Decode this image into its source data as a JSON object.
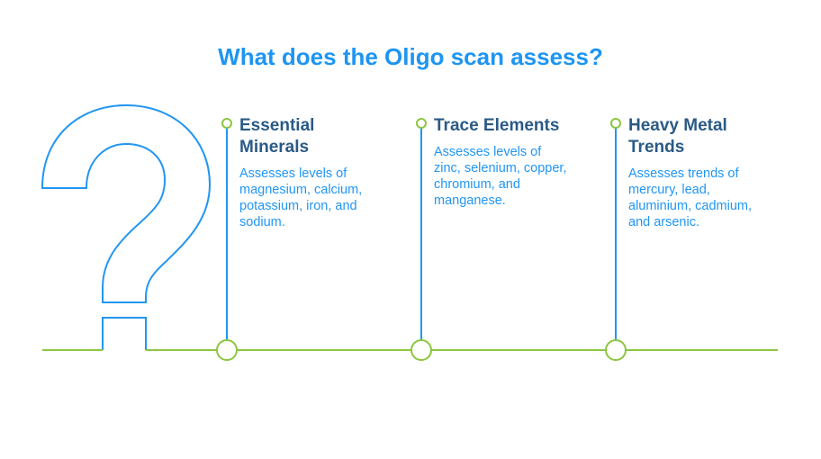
{
  "title": "What does the Oligo scan assess?",
  "items": [
    {
      "heading": "Essential Minerals",
      "text": "Assesses levels of magnesium, calcium, potassium, iron, and sodium."
    },
    {
      "heading": "Trace Elements",
      "text": "Assesses levels of zinc, selenium, copper, chromium, and manganese."
    },
    {
      "heading": "Heavy Metal Trends",
      "text": "Assesses trends of mercury, lead, aluminium, cadmium, and arsenic."
    }
  ],
  "colors": {
    "blue": "#2196f3",
    "green": "#8cc63f",
    "heading": "#2a5a86"
  }
}
